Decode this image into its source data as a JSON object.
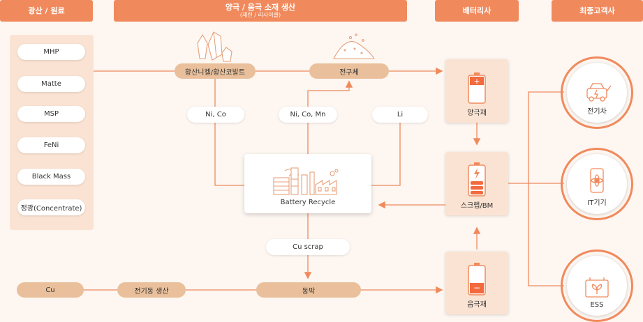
{
  "headers": {
    "raw": "광산 / 원료",
    "material": "양극 / 음극 소재 생산",
    "material_sub": "(재련 / 리사이클)",
    "battery": "배터리사",
    "customer": "최종고객사"
  },
  "raw_materials": [
    "MHP",
    "Matte",
    "MSP",
    "FeNi",
    "Black Mass",
    "정광(Concentrate)"
  ],
  "materials": {
    "sulfate": "황산니켈/황산코발트",
    "precursor": "전구체",
    "cu": "Cu",
    "cu_wire": "전기동 생산",
    "copper_foil": "동박"
  },
  "recycle_flows": {
    "ni_co": "Ni, Co",
    "ni_co_mn": "Ni, Co, Mn",
    "li": "Li",
    "cu_scrap": "Cu scrap"
  },
  "recycle_center": "Battery Recycle",
  "battery": {
    "cathode": "양극재",
    "scrap": "스크랩/BM",
    "anode": "음극재"
  },
  "customers": [
    "전기차",
    "IT기기",
    "ESS"
  ],
  "colors": {
    "accent": "#f08a5d",
    "panel": "#fbe3d3",
    "tan": "#e9c09b",
    "background": "#fdf6f1"
  }
}
